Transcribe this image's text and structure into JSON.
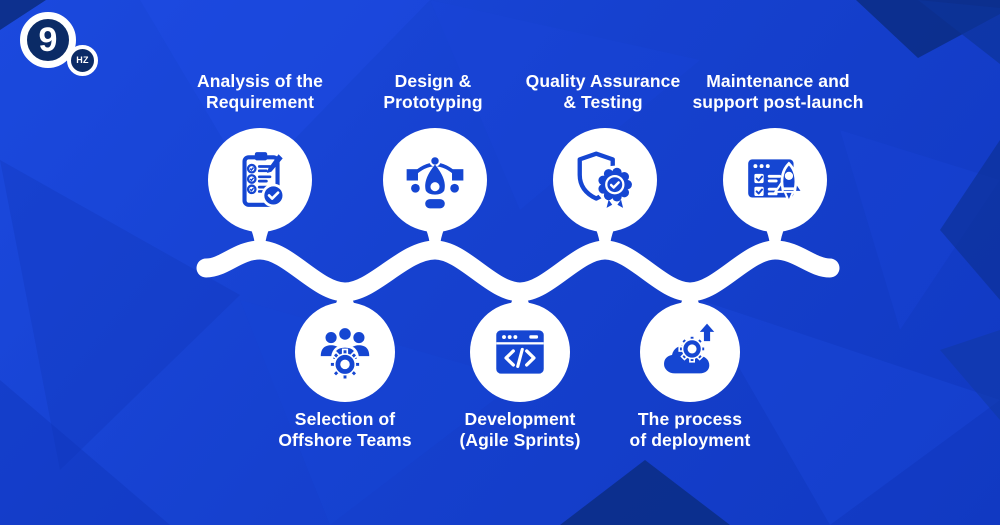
{
  "brand": {
    "logo_primary": "9",
    "logo_secondary": "HZ"
  },
  "colors": {
    "background_blue": "#1641cf",
    "icon_blue": "#1546d2",
    "node_white": "#ffffff",
    "dark_facet_navy": "#0a2c80",
    "text_white": "#ffffff"
  },
  "diagram": {
    "type": "process-timeline-wave",
    "steps": [
      {
        "order": 1,
        "row": "top",
        "label": "Analysis of the\nRequirement",
        "icon": "clipboard-checklist-icon"
      },
      {
        "order": 2,
        "row": "bottom",
        "label": "Selection of\nOffshore Teams",
        "icon": "team-gear-icon"
      },
      {
        "order": 3,
        "row": "top",
        "label": "Design &\nPrototyping",
        "icon": "pen-tool-icon"
      },
      {
        "order": 4,
        "row": "bottom",
        "label": "Development\n(Agile Sprints)",
        "icon": "code-window-icon"
      },
      {
        "order": 5,
        "row": "top",
        "label": "Quality Assurance\n& Testing",
        "icon": "shield-certificate-icon"
      },
      {
        "order": 6,
        "row": "bottom",
        "label": "The process\nof deployment",
        "icon": "cloud-deployment-icon"
      },
      {
        "order": 7,
        "row": "top",
        "label": "Maintenance and\nsupport post-launch",
        "icon": "browser-rocket-launch-icon"
      }
    ]
  }
}
